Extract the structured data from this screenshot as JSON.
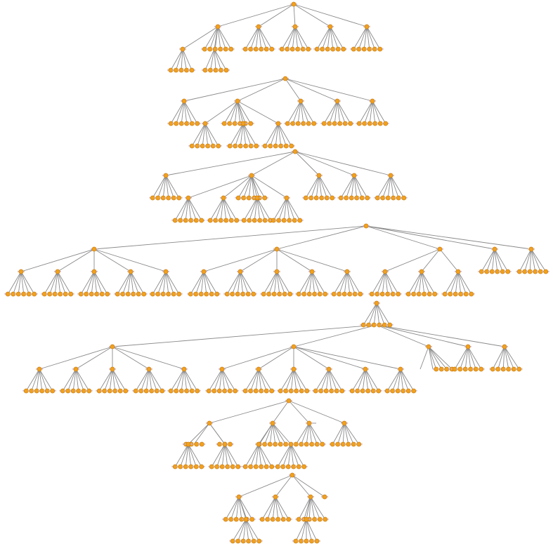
{
  "diagram": {
    "type": "tree-forest",
    "tree_count": 7,
    "colors": {
      "node_fill": "#f0a11e",
      "node_stroke": "#c9760a",
      "edge": "#8a8a8a",
      "label_tick": "#c7b6e6",
      "background": "#ffffff"
    },
    "node_shape": "circle",
    "labels_visible": false
  }
}
